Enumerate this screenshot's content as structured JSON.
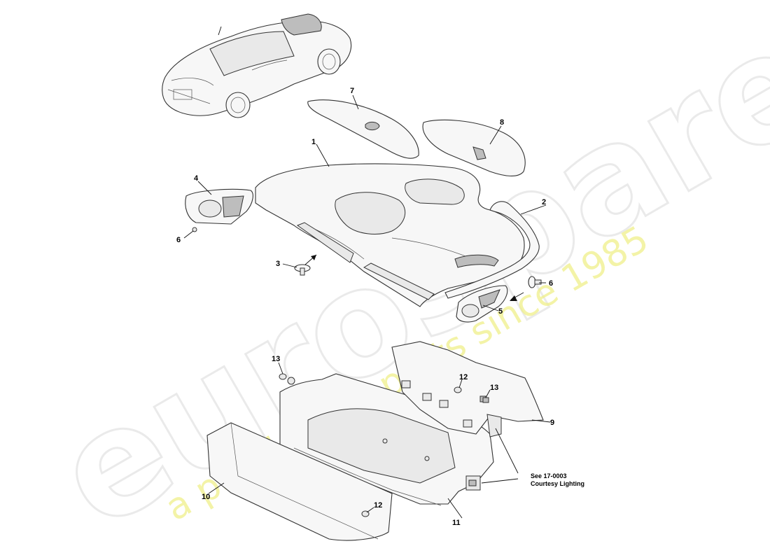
{
  "watermark": {
    "brand": "eurospares",
    "tagline": "a passion for parts since 1985"
  },
  "callouts": {
    "c1": "1",
    "c2": "2",
    "c3": "3",
    "c4": "4",
    "c5": "5",
    "c6a": "6",
    "c6b": "6",
    "c7": "7",
    "c8": "8",
    "c9": "9",
    "c10": "10",
    "c11": "11",
    "c12a": "12",
    "c12b": "12",
    "c13a": "13",
    "c13b": "13"
  },
  "reference_note": {
    "line1": "See 17-0003",
    "line2": "Courtesy Lighting"
  }
}
